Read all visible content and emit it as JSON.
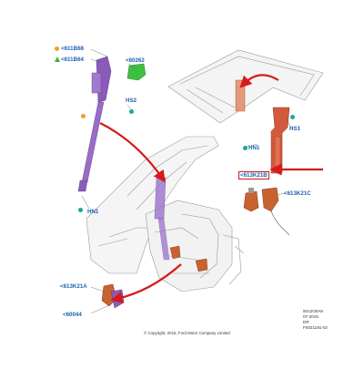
{
  "labels": {
    "b68": "<611B68",
    "b64": "<611B64",
    "k60262": "<60262",
    "hs2": "HS2",
    "hn1_left": "HN1",
    "hs1": "HS1",
    "hn1_right": "HN1",
    "k21b": "<613K21B",
    "k21c": "<613K21C",
    "k21a": "<613K21A",
    "k60044": "<60044"
  },
  "copyright": "© Copyright, 2015, Ford Motor Company Limited",
  "reference": {
    "line1": "5012O0A8",
    "line2": "07-2015",
    "line3": "DR",
    "line4": "F0021191-02"
  },
  "colors": {
    "belt_left": "#8a5bb8",
    "belt_right": "#d4593c",
    "buckle": "#c8622f",
    "arrow": "#d61a1a",
    "label": "#1a5fb4",
    "outline": "#9a9a9a",
    "marker_orange": "#f0a030",
    "marker_green": "#3cb53c",
    "marker_teal": "#1aa8a0"
  }
}
